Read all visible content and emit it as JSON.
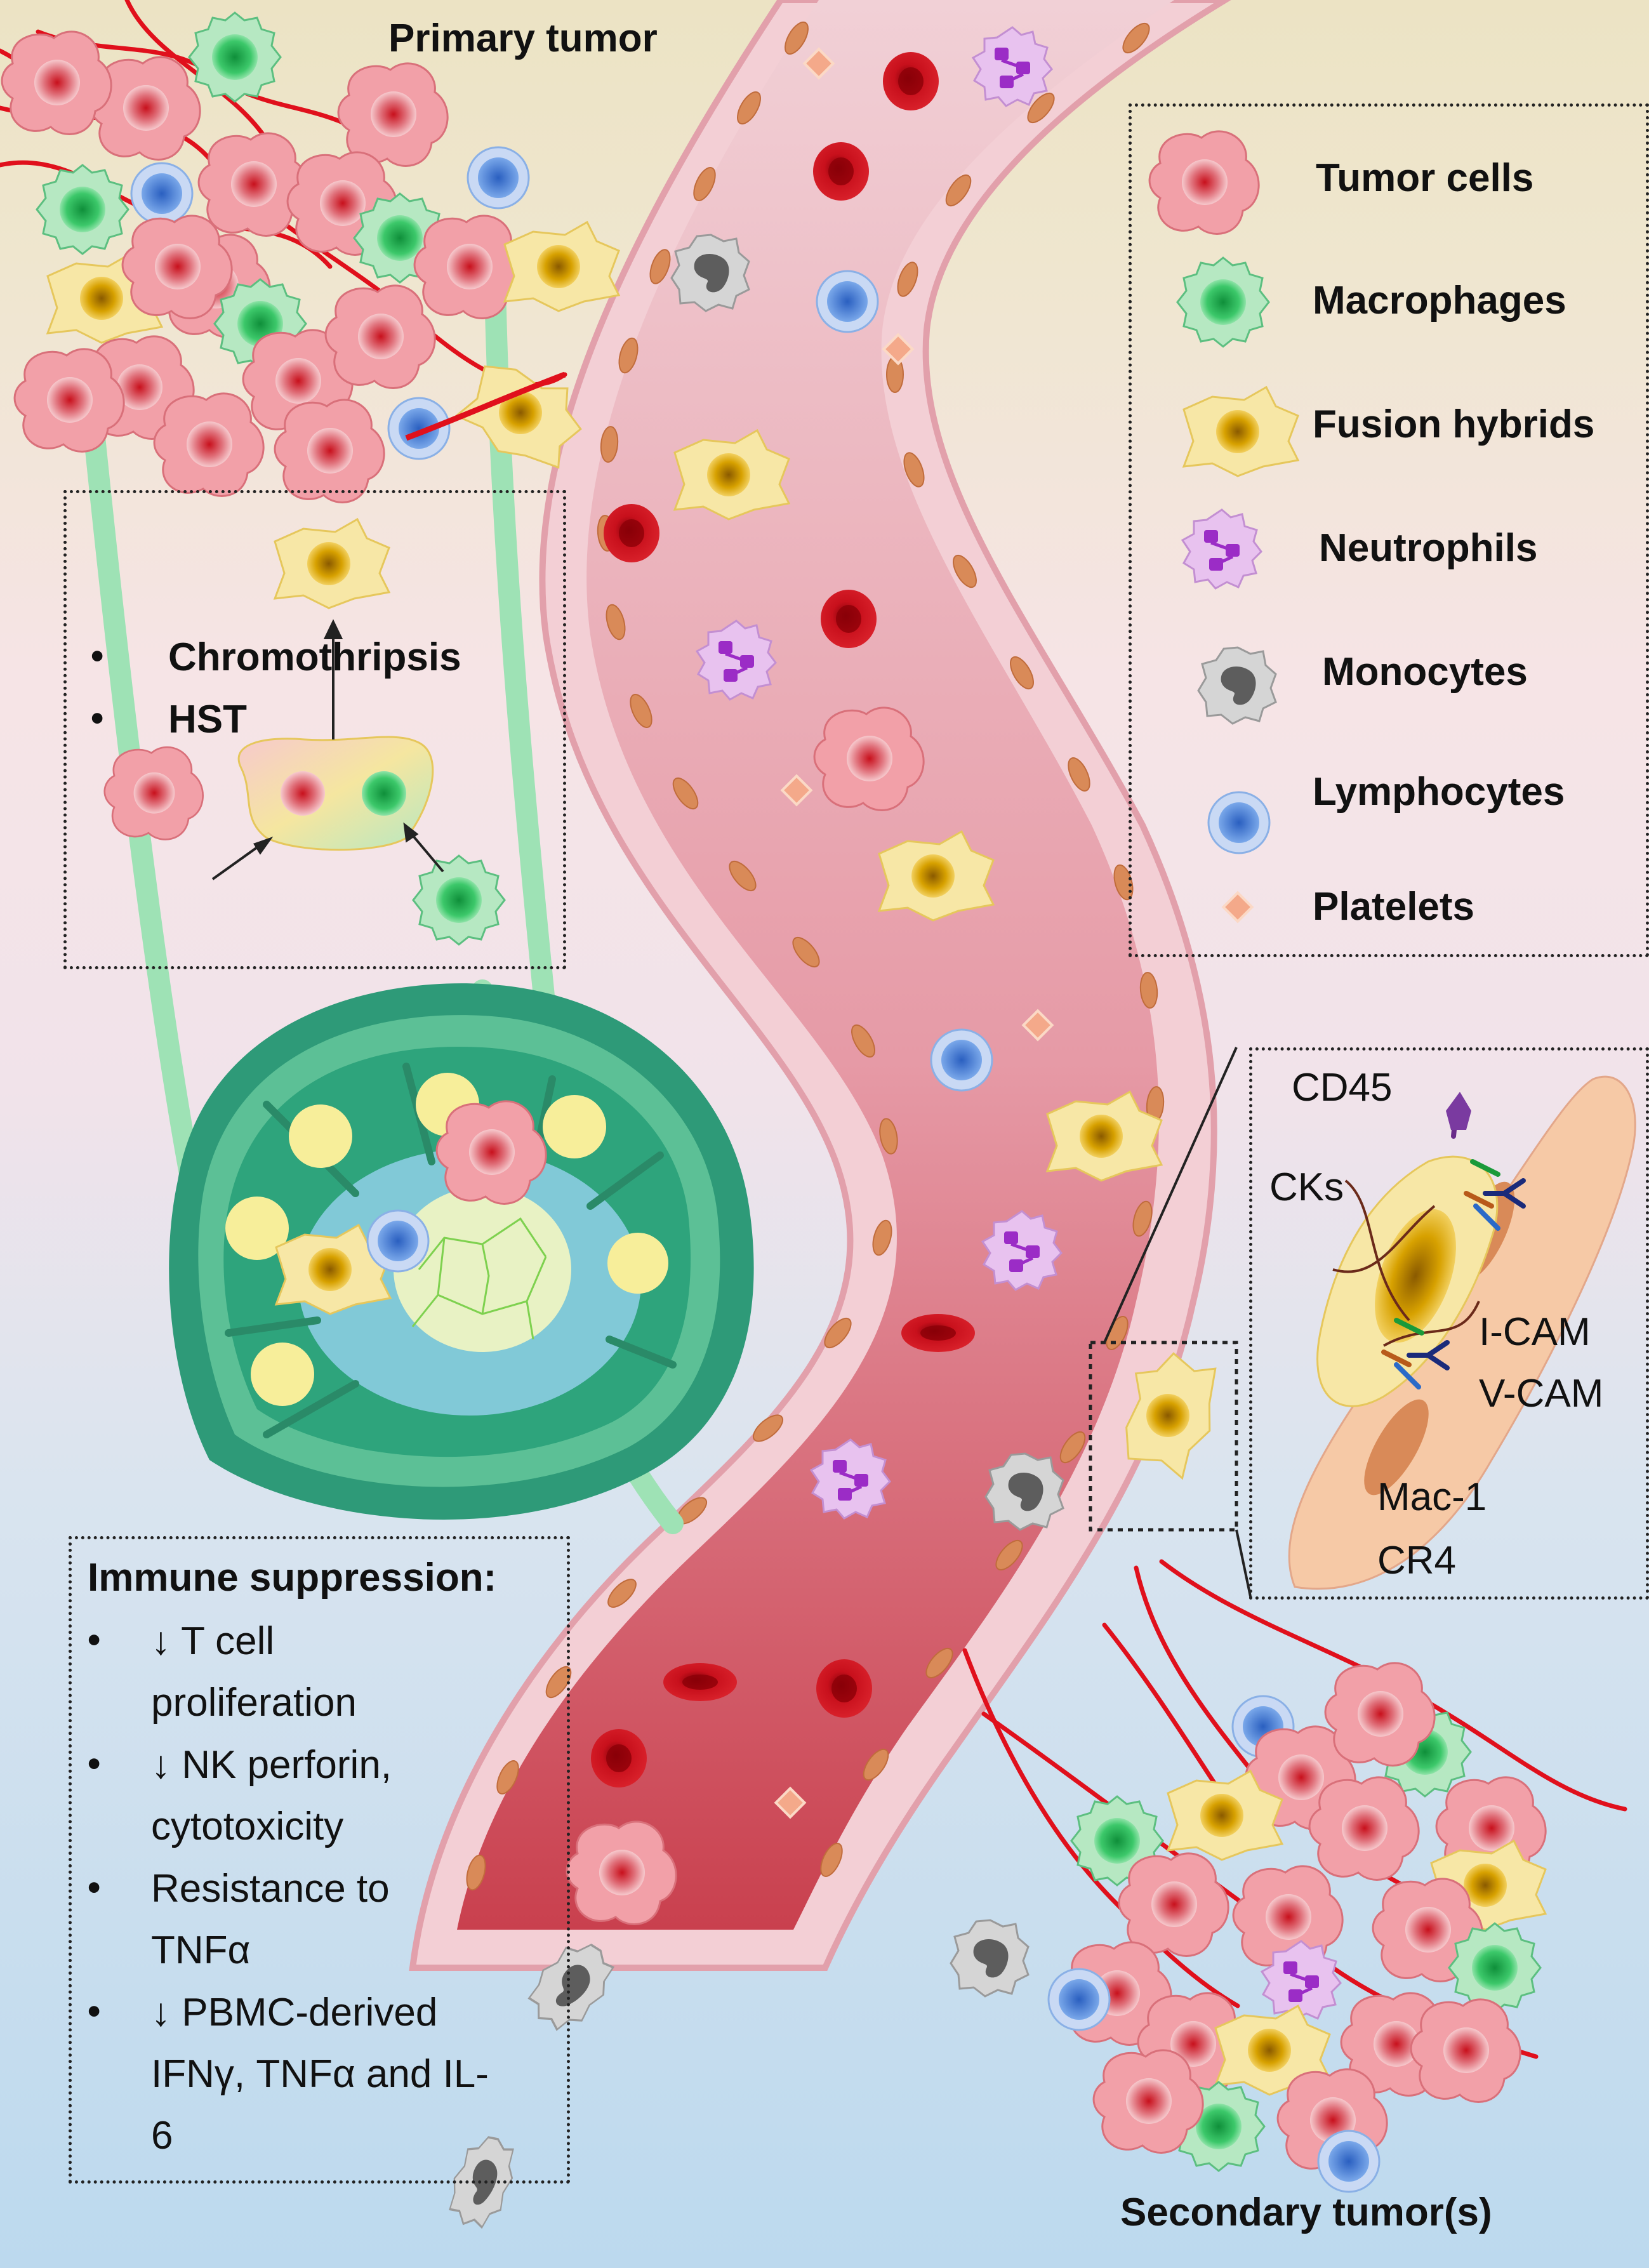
{
  "title_primary": "Primary tumor",
  "title_secondary": "Secondary tumor(s)",
  "legend": {
    "items": [
      {
        "label": "Tumor cells",
        "icon": "tumor-cell-icon"
      },
      {
        "label": "Macrophages",
        "icon": "macrophage-icon"
      },
      {
        "label": "Fusion hybrids",
        "icon": "fusion-hybrid-icon"
      },
      {
        "label": "Neutrophils",
        "icon": "neutrophil-icon"
      },
      {
        "label": "Monocytes",
        "icon": "monocyte-icon"
      },
      {
        "label": "Lymphocytes",
        "icon": "lymphocyte-icon"
      },
      {
        "label": "Platelets",
        "icon": "platelet-icon"
      }
    ]
  },
  "fusion_box": {
    "bullets": [
      "Chromothripsis",
      "HST"
    ]
  },
  "markers": {
    "cd45": "CD45",
    "cks": "CKs",
    "icam": "I-CAM",
    "vcam": "V-CAM",
    "mac1": "Mac-1",
    "cr4": "CR4"
  },
  "immune_box": {
    "heading": "Immune suppression:",
    "items": [
      [
        "↓ T cell",
        "proliferation"
      ],
      [
        "↓ NK perforin,",
        "cytotoxicity"
      ],
      [
        "Resistance to",
        "TNFα"
      ],
      [
        "↓ PBMC-derived",
        "IFNγ, TNFα and IL-",
        "6"
      ]
    ]
  },
  "colors": {
    "tumor": "#f2a0a8",
    "macrophage": "#3cbf6e",
    "fusion": "#f7e08a",
    "neutrophil": "#c06ad8",
    "monocyte": "#8f8f8f",
    "lymphocyte": "#4a86db",
    "platelet": "#f4a98a",
    "rbc": "#c8101c",
    "vessel": "#e8a2ad",
    "lymph_node": "#2e9a78"
  }
}
